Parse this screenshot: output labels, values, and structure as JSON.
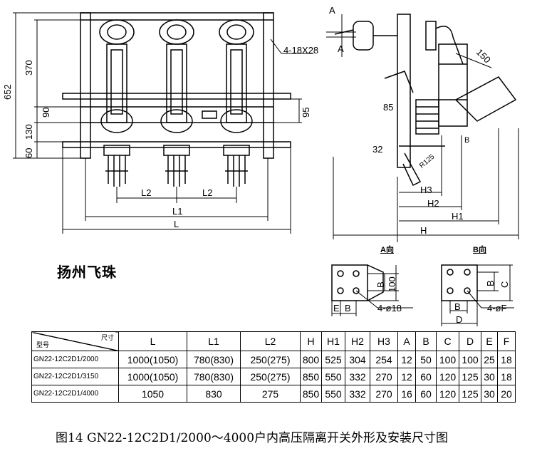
{
  "brand_text": "扬州飞珠",
  "front_view": {
    "dims": {
      "d652": "652",
      "d370": "370",
      "d90": "90",
      "d130": "130",
      "d60": "60",
      "d95": "95",
      "holes": "4-18X28",
      "L2_left": "L2",
      "L2_right": "L2",
      "L1": "L1",
      "L": "L"
    }
  },
  "side_view": {
    "dims": {
      "A_top": "A",
      "A_mid": "A",
      "d150": "150",
      "d85": "85",
      "B": "B",
      "d32": "32",
      "R125": "R125",
      "H3": "H3",
      "H2": "H2",
      "H1": "H1",
      "H": "H"
    }
  },
  "view_a": {
    "title": "A向",
    "dims": {
      "B": "B",
      "d100": "100",
      "E": "E",
      "B2": "B",
      "holes": "4-ø18"
    }
  },
  "view_b": {
    "title": "B向",
    "dims": {
      "B": "B",
      "C": "C",
      "B2": "B",
      "D": "D",
      "holes": "4-øF"
    }
  },
  "table": {
    "header_corner_top": "尺寸",
    "header_corner_bottom": "型号",
    "columns": [
      "L",
      "L1",
      "L2",
      "H",
      "H1",
      "H2",
      "H3",
      "A",
      "B",
      "C",
      "D",
      "E",
      "F"
    ],
    "rows": [
      {
        "model": "GN22-12C2D1/2000",
        "cells": [
          "1000(1050)",
          "780(830)",
          "250(275)",
          "800",
          "525",
          "304",
          "254",
          "12",
          "50",
          "100",
          "100",
          "25",
          "18"
        ]
      },
      {
        "model": "GN22-12C2D1/3150",
        "cells": [
          "1000(1050)",
          "780(830)",
          "250(275)",
          "850",
          "550",
          "332",
          "270",
          "12",
          "60",
          "120",
          "125",
          "30",
          "18"
        ]
      },
      {
        "model": "GN22-12C2D1/4000",
        "cells": [
          "1050",
          "830",
          "275",
          "850",
          "550",
          "332",
          "270",
          "16",
          "60",
          "120",
          "125",
          "30",
          "20"
        ]
      }
    ]
  },
  "caption": "图14  GN22-12C2D1/2000～4000户内高压隔离开关外形及安装尺寸图"
}
